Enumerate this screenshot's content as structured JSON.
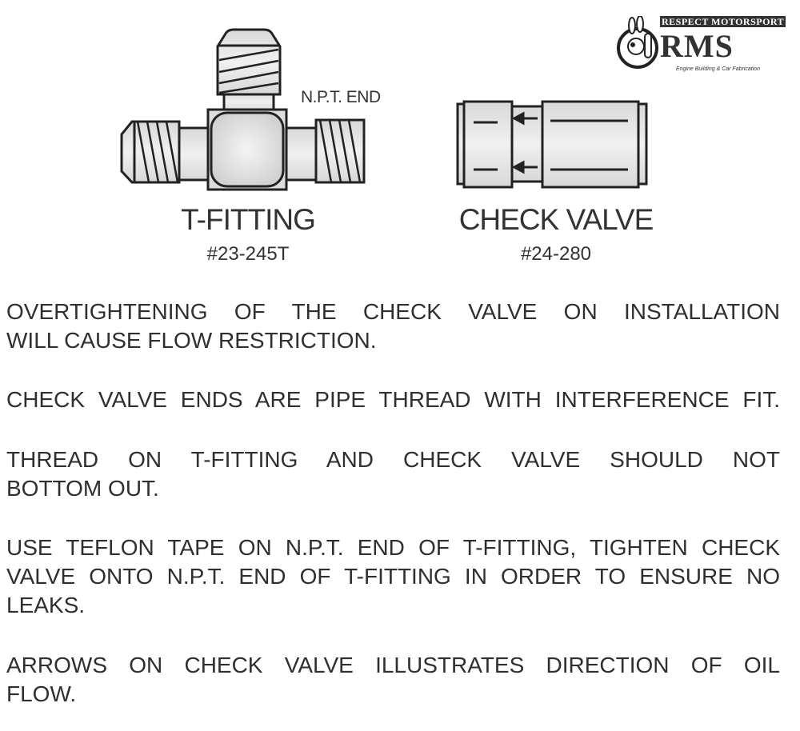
{
  "diagram": {
    "npt_label": "N.P.T. END",
    "t_fitting": {
      "name": "T-FITTING",
      "part_number": "#23-245T"
    },
    "check_valve": {
      "name": "CHECK VALVE",
      "part_number": "#24-280"
    }
  },
  "logo": {
    "top_text": "RESPECT MOTORSPORT",
    "main_text": "RMS",
    "sub_text": "Engine Building & Car Fabrication"
  },
  "instructions": [
    {
      "lines": [
        "OVERTIGHTENING OF THE CHECK VALVE ON INSTALLATION",
        "WILL CAUSE FLOW RESTRICTION."
      ]
    },
    {
      "lines": [
        "CHECK VALVE ENDS ARE PIPE THREAD WITH INTERFERENCE FIT."
      ]
    },
    {
      "lines": [
        "THREAD ON T-FITTING AND CHECK VALVE SHOULD NOT",
        "BOTTOM OUT."
      ]
    },
    {
      "lines": [
        "USE TEFLON TAPE ON N.P.T. END OF T-FITTING, TIGHTEN CHECK",
        "VALVE ONTO N.P.T. END OF T-FITTING IN ORDER TO ENSURE NO",
        "LEAKS."
      ]
    },
    {
      "lines": [
        "ARROWS ON CHECK VALVE ILLUSTRATES DIRECTION OF OIL",
        "FLOW."
      ]
    }
  ]
}
